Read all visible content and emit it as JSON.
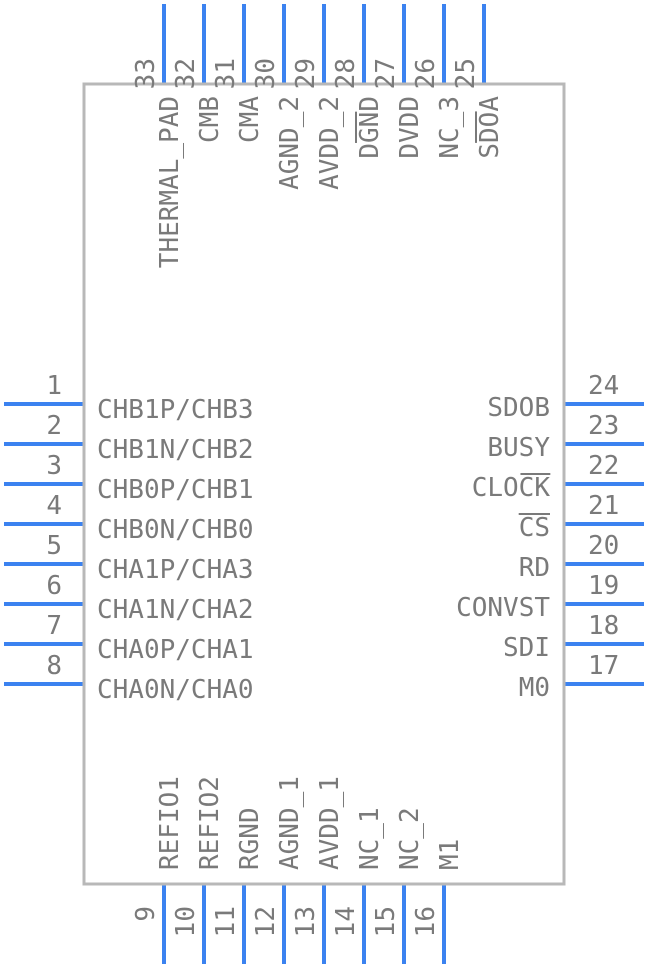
{
  "left": [
    {
      "num": "1",
      "label": "CHB1P/CHB3"
    },
    {
      "num": "2",
      "label": "CHB1N/CHB2"
    },
    {
      "num": "3",
      "label": "CHB0P/CHB1"
    },
    {
      "num": "4",
      "label": "CHB0N/CHB0"
    },
    {
      "num": "5",
      "label": "CHA1P/CHA3"
    },
    {
      "num": "6",
      "label": "CHA1N/CHA2"
    },
    {
      "num": "7",
      "label": "CHA0P/CHA1"
    },
    {
      "num": "8",
      "label": "CHA0N/CHA0"
    }
  ],
  "right": [
    {
      "num": "24",
      "label": "SDOB"
    },
    {
      "num": "23",
      "label": "BUSY"
    },
    {
      "num": "22",
      "label": "CLOCK"
    },
    {
      "num": "21",
      "label": "CS"
    },
    {
      "num": "20",
      "label": "RD"
    },
    {
      "num": "19",
      "label": "CONVST"
    },
    {
      "num": "18",
      "label": "SDI"
    },
    {
      "num": "17",
      "label": "M0"
    }
  ],
  "bottom": [
    {
      "num": "9",
      "label": "REFIO1"
    },
    {
      "num": "10",
      "label": "REFIO2"
    },
    {
      "num": "11",
      "label": "RGND"
    },
    {
      "num": "12",
      "label": "AGND_1"
    },
    {
      "num": "13",
      "label": "AVDD_1"
    },
    {
      "num": "14",
      "label": "NC_1"
    },
    {
      "num": "15",
      "label": "NC_2"
    },
    {
      "num": "16",
      "label": "M1"
    }
  ],
  "top": [
    {
      "num": "33",
      "label": "THERMAL_PAD"
    },
    {
      "num": "32",
      "label": "CMB"
    },
    {
      "num": "31",
      "label": "CMA"
    },
    {
      "num": "30",
      "label": "AGND_2"
    },
    {
      "num": "29",
      "label": "AVDD_2"
    },
    {
      "num": "28",
      "label": "DGND"
    },
    {
      "num": "27",
      "label": "DVDD"
    },
    {
      "num": "26",
      "label": "NC_3"
    },
    {
      "num": "25",
      "label": "SDOA"
    }
  ]
}
